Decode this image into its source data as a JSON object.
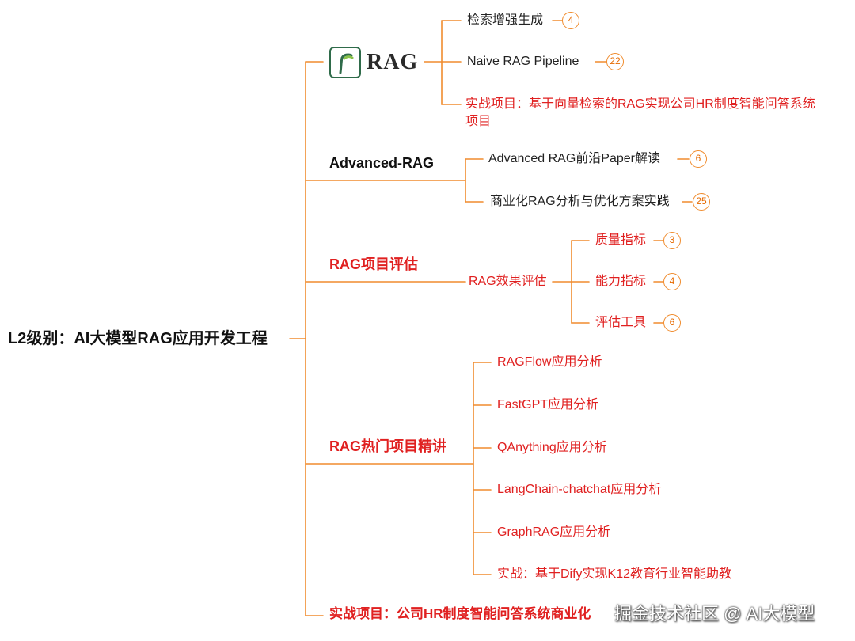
{
  "root": {
    "label": "L2级别：AI大模型RAG应用开发工程"
  },
  "rag": {
    "logo_text": "RAG",
    "items": [
      {
        "label": "检索增强生成",
        "badge": "4"
      },
      {
        "label": "Naive RAG Pipeline",
        "badge": "22"
      },
      {
        "label": "实战项目：基于向量检索的RAG实现公司HR制度智能问答系统项目"
      }
    ]
  },
  "advanced": {
    "label": "Advanced-RAG",
    "items": [
      {
        "label": "Advanced RAG前沿Paper解读",
        "badge": "6"
      },
      {
        "label": "商业化RAG分析与优化方案实践",
        "badge": "25"
      }
    ]
  },
  "evaluation": {
    "label": "RAG项目评估",
    "sub_label": "RAG效果评估",
    "items": [
      {
        "label": "质量指标",
        "badge": "3"
      },
      {
        "label": "能力指标",
        "badge": "4"
      },
      {
        "label": "评估工具",
        "badge": "6"
      }
    ]
  },
  "hot_projects": {
    "label": "RAG热门项目精讲",
    "items": [
      {
        "label": "RAGFlow应用分析"
      },
      {
        "label": "FastGPT应用分析"
      },
      {
        "label": "QAnything应用分析"
      },
      {
        "label": "LangChain-chatchat应用分析"
      },
      {
        "label": "GraphRAG应用分析"
      },
      {
        "label": "实战：基于Dify实现K12教育行业智能助教"
      }
    ]
  },
  "practice": {
    "label": "实战项目：公司HR制度智能问答系统商业化"
  },
  "watermark": "掘金技术社区 @ AI大模型",
  "colors": {
    "connector": "#f08c2e",
    "red_text": "#e02020",
    "logo_green": "#2f6b4a"
  }
}
